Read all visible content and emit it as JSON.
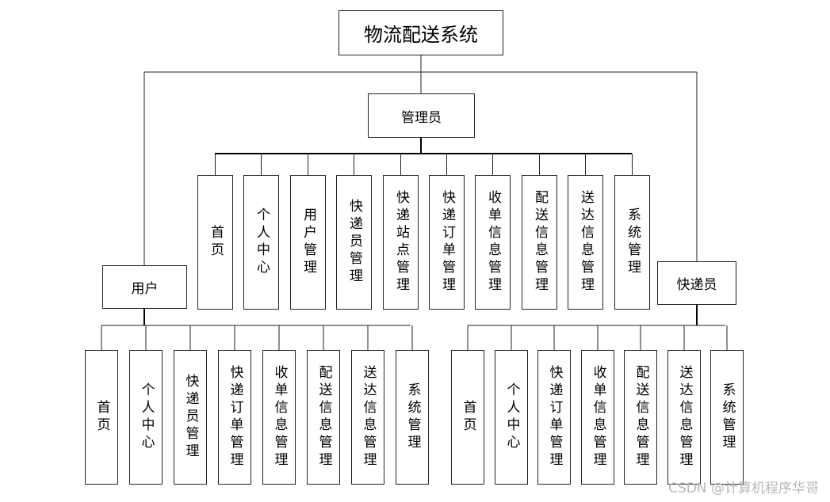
{
  "root": {
    "label": "物流配送系统"
  },
  "admin": {
    "label": "管理员",
    "modules": [
      "首页",
      "个人中心",
      "用户管理",
      "快递员管理",
      "快递站点管理",
      "快递订单管理",
      "收单信息管理",
      "配送信息管理",
      "送达信息管理",
      "系统管理"
    ]
  },
  "user": {
    "label": "用户",
    "modules": [
      "首页",
      "个人中心",
      "快递员管理",
      "快递订单管理",
      "收单信息管理",
      "配送信息管理",
      "送达信息管理",
      "系统管理"
    ]
  },
  "courier": {
    "label": "快递员",
    "modules": [
      "首页",
      "个人中心",
      "快递订单管理",
      "收单信息管理",
      "配送信息管理",
      "送达信息管理",
      "系统管理"
    ]
  },
  "watermark": "CSDN @计算机程序华哥"
}
